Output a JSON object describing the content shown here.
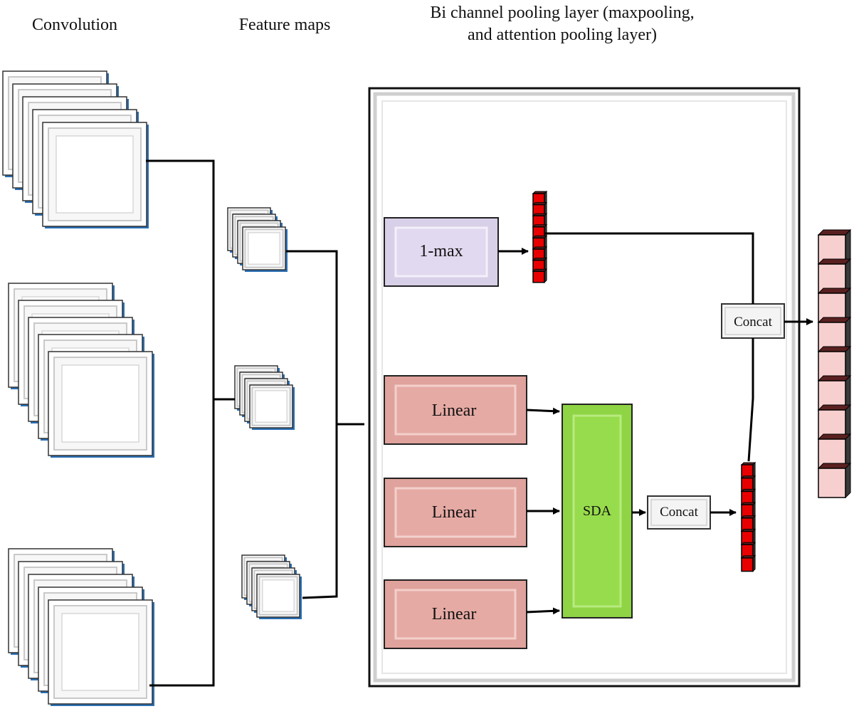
{
  "headers": {
    "convolution": "Convolution",
    "feature_maps": "Feature maps",
    "pooling_line1": "Bi channel pooling layer (maxpooling,",
    "pooling_line2": "and attention pooling layer)"
  },
  "blocks": {
    "max_label": "1-max",
    "linear_labels": [
      "Linear",
      "Linear",
      "Linear"
    ],
    "sda_label": "SDA",
    "concat_inner_label": "Concat",
    "concat_outer_label": "Concat"
  },
  "colors": {
    "frame_edge": "#2a6fb5",
    "max_fill": "#d8cfe8",
    "linear_fill": "#e0a29c",
    "sda_fill": "#8fd444",
    "vector_cell": "#e80000",
    "output_cell": "#f8cfcf"
  }
}
